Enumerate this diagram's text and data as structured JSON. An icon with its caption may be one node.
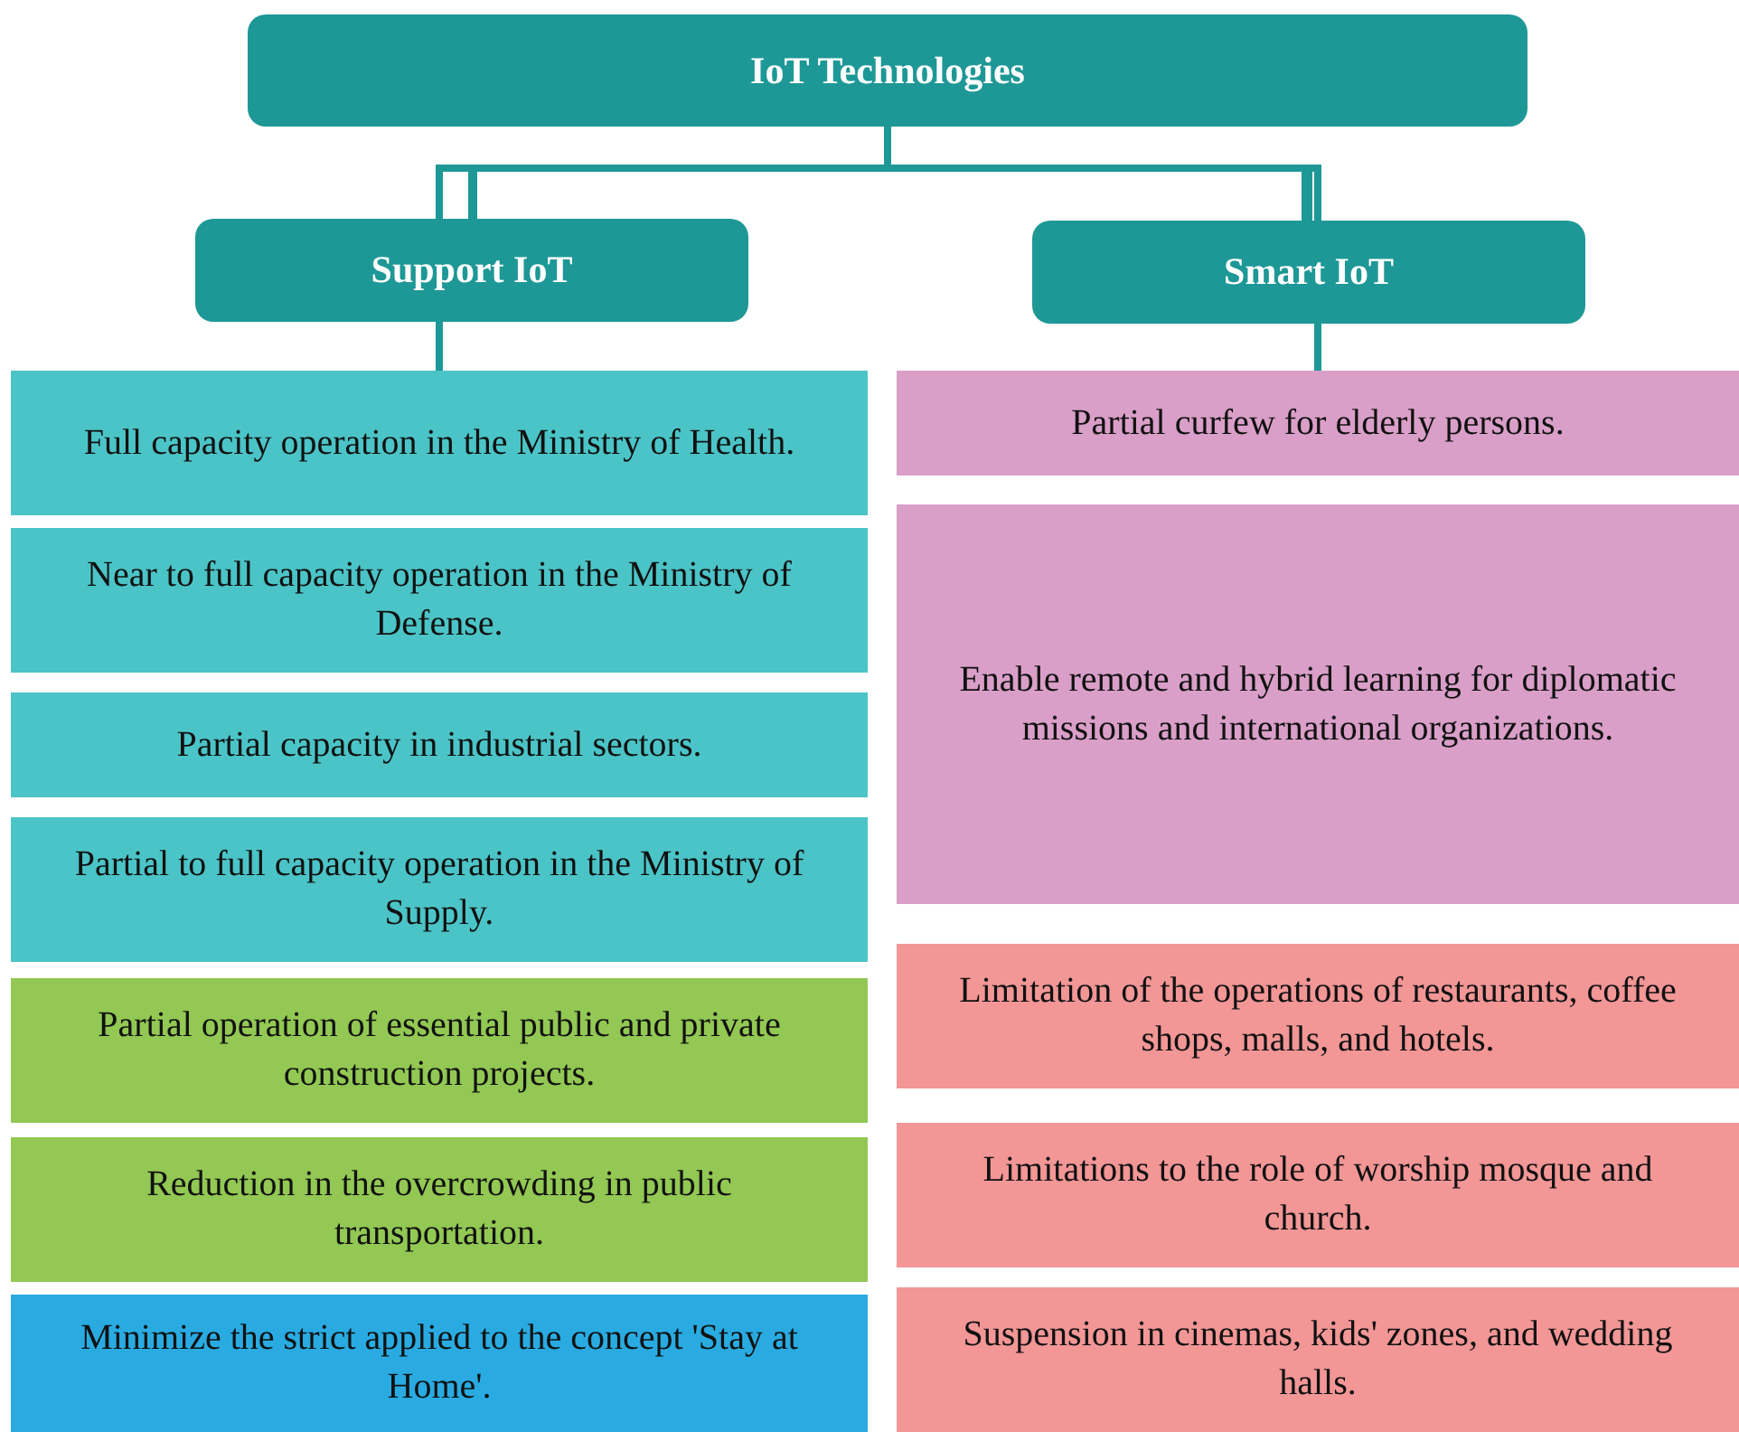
{
  "diagram": {
    "nodes": [
      {
        "text": [
          "IoT Technologies"
        ]
      },
      {
        "text": [
          "Support IoT"
        ]
      },
      {
        "text": [
          "Smart IoT"
        ]
      },
      {
        "text": [
          "Full capacity operation in the Ministry of Health."
        ]
      },
      {
        "text": [
          "Near to full capacity operation in the Ministry of Defense."
        ]
      },
      {
        "text": [
          "Partial capacity in industrial sectors."
        ]
      },
      {
        "text": [
          "Partial to full capacity operation in the Ministry of Supply."
        ]
      },
      {
        "text": [
          "Partial operation of essential public and private construction projects."
        ]
      },
      {
        "text": [
          "Reduction in the overcrowding in public transportation."
        ]
      },
      {
        "text": [
          "Minimize the strict applied to the concept 'Stay at Home'."
        ]
      },
      {
        "text": [
          "Partial curfew for elderly persons."
        ]
      },
      {
        "text": [
          "Enable remote and hybrid learning for diplomatic missions and international organizations."
        ]
      },
      {
        "text": [
          "Limitation of the operations of restaurants, coffee shops, malls, and hotels."
        ]
      },
      {
        "text": [
          "Limitations to the role of worship mosque and church."
        ]
      },
      {
        "text": [
          "Suspension in cinemas, kids' zones, and wedding halls."
        ]
      }
    ],
    "edges": [
      {
        "from": 0,
        "to": 1,
        "arrow": "none"
      },
      {
        "from": 0,
        "to": 2,
        "arrow": "none"
      },
      {
        "from": 1,
        "to": 3,
        "arrow": "none"
      },
      {
        "from": 2,
        "to": 10,
        "arrow": "none"
      }
    ]
  }
}
